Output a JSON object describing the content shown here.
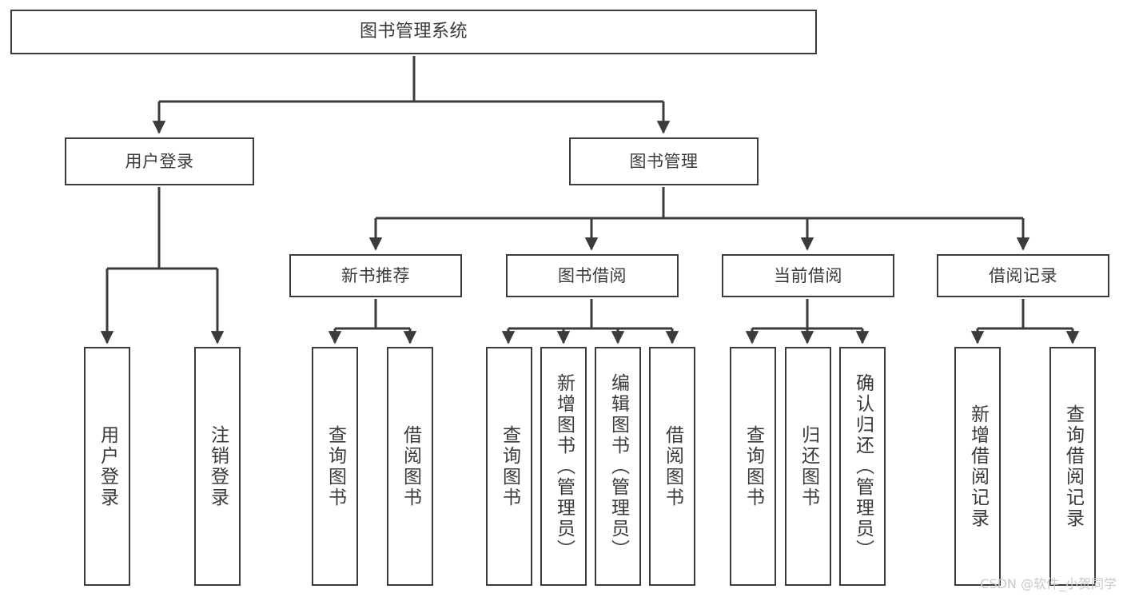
{
  "diagram": {
    "title": "图书管理系统",
    "type": "tree",
    "theme": {
      "background": "#ffffff",
      "node_fill": "#ffffff",
      "node_border": "#3b3b3b",
      "connector": "#3b3b3b",
      "text": "#3a3a3a",
      "watermark": "#c9c9c9"
    },
    "root": {
      "label": "图书管理系统"
    },
    "level2": [
      {
        "label": "用户登录"
      },
      {
        "label": "图书管理"
      }
    ],
    "level3": [
      {
        "label": "新书推荐"
      },
      {
        "label": "图书借阅"
      },
      {
        "label": "当前借阅"
      },
      {
        "label": "借阅记录"
      }
    ],
    "leaves": {
      "user_login": [
        {
          "label": "用户登录"
        },
        {
          "label": "注销登录"
        }
      ],
      "new_book_recommend": [
        {
          "label": "查询图书"
        },
        {
          "label": "借阅图书"
        }
      ],
      "book_borrow": [
        {
          "label": "查询图书"
        },
        {
          "label": "新增图书（管理员）"
        },
        {
          "label": "编辑图书（管理员）"
        },
        {
          "label": "借阅图书"
        }
      ],
      "current_borrow": [
        {
          "label": "查询图书"
        },
        {
          "label": "归还图书"
        },
        {
          "label": "确认归还（管理员）"
        }
      ],
      "borrow_record": [
        {
          "label": "新增借阅记录"
        },
        {
          "label": "查询借阅记录"
        }
      ]
    }
  },
  "watermark": {
    "text": "CSDN @软件_小贺同学"
  }
}
